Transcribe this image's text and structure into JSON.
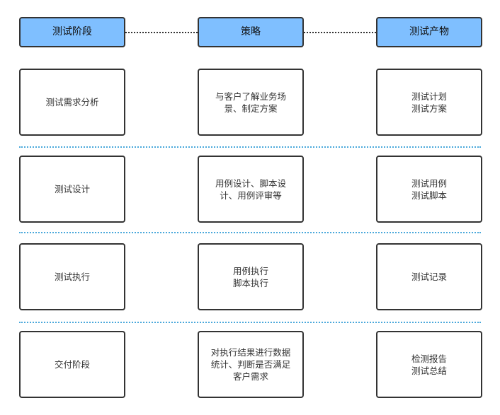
{
  "headers": [
    "测试阶段",
    "策略",
    "测试产物"
  ],
  "rows": [
    {
      "stage": "测试需求分析",
      "strategy": "与客户了解业务场\n景、制定方案",
      "output": "测试计划\n测试方案"
    },
    {
      "stage": "测试设计",
      "strategy": "用例设计、脚本设\n计、用例评审等",
      "output": "测试用例\n测试脚本"
    },
    {
      "stage": "测试执行",
      "strategy": "用例执行\n脚本执行",
      "output": "测试记录"
    },
    {
      "stage": "交付阶段",
      "strategy": "对执行结果进行数据\n统计、判断是否满足\n客户需求",
      "output": "检测报告\n测试总结"
    }
  ],
  "colors": {
    "header_fill": "#7fbfff",
    "border": "#333333",
    "separator": "#4aa8db"
  }
}
